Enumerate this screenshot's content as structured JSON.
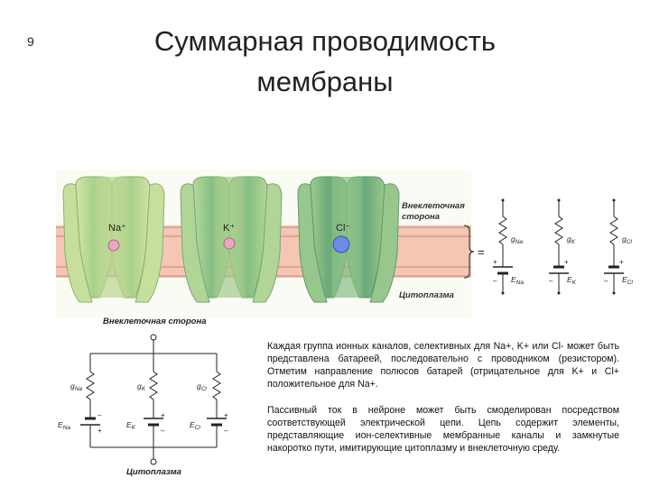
{
  "slide_number": "9",
  "title_line1": "Суммарная проводимость",
  "title_line2": "мембраны",
  "channels": {
    "ions": [
      {
        "label": "Na⁺",
        "color": "#e6a2bc"
      },
      {
        "label": "K⁺",
        "color": "#e6a2bc"
      },
      {
        "label": "Cl⁻",
        "color": "#6f86e0"
      }
    ],
    "extracellular_label": "Внеклеточная сторона",
    "cytoplasm_label": "Цитоплазма",
    "equals": "="
  },
  "right_circuit": {
    "g_labels": [
      "gNa",
      "gK",
      "gCl"
    ],
    "e_labels": [
      "ENa",
      "EK",
      "ECl"
    ],
    "plus": "+",
    "minus": "–"
  },
  "bottom_circuit": {
    "top_label": "Внеклеточная сторона",
    "bottom_label": "Цитоплазма",
    "g_labels": [
      "gNa",
      "gK",
      "gCl"
    ],
    "e_labels": [
      "ENa",
      "EK",
      "ECl"
    ],
    "plus": "+",
    "minus": "–"
  },
  "paragraph1": "Каждая группа ионных каналов, селективных для Na+, K+ или Cl- может быть представлена батареей, последовательно с проводником (резистором). Отметим направление полюсов батарей (отрицательное для K+ и Cl+ положительное для Na+.",
  "paragraph2": "Пассивный ток в нейроне может быть смоделирован посредством соответствующей электрической цепи. Цепь содержит элементы, представляющие ион-селективные мембранные каналы и замкнутые накоротко пути, имитирующие цитоплазму и внеклеточную среду.",
  "colors": {
    "membrane": "#f1bfae",
    "membrane_line": "#c98a78",
    "channel_light": "#bfd98f",
    "channel_mid": "#8fc27a",
    "channel_dark": "#6fae78"
  }
}
